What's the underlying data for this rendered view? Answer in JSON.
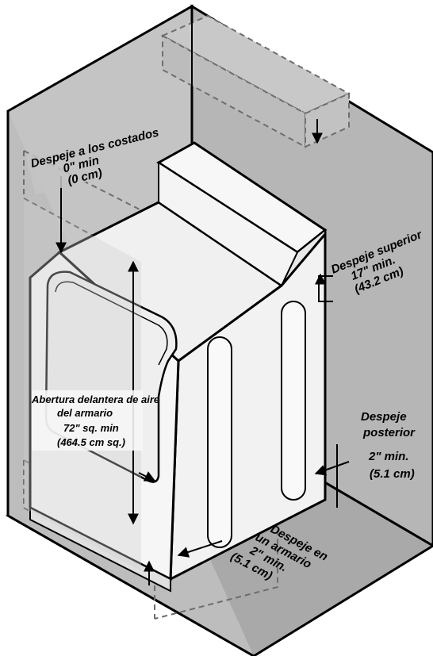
{
  "labels": {
    "side_clearance": [
      "Despeje a los costados",
      "0\" min",
      "(0 cm)"
    ],
    "top_clearance": [
      "Despeje superior",
      "17\" min.",
      "(43.2 cm)"
    ],
    "front_opening": [
      "Abertura delantera de aire",
      "del armario",
      "72\" sq. min",
      "(464.5  cm sq.)"
    ],
    "rear_clearance": [
      "Despeje",
      "posterior",
      "2\" min.",
      "(5.1 cm)"
    ],
    "cabinet_clearance": [
      "Despeje en",
      "un armario",
      "2\" min.",
      "(5.1 cm)"
    ]
  },
  "colors": {
    "enclosure": "#bdbdbd",
    "enclosure_dark": "#a8a8a8",
    "appliance": "#f4f4f4",
    "line": "#000000",
    "dash": "#6e6e6e"
  }
}
